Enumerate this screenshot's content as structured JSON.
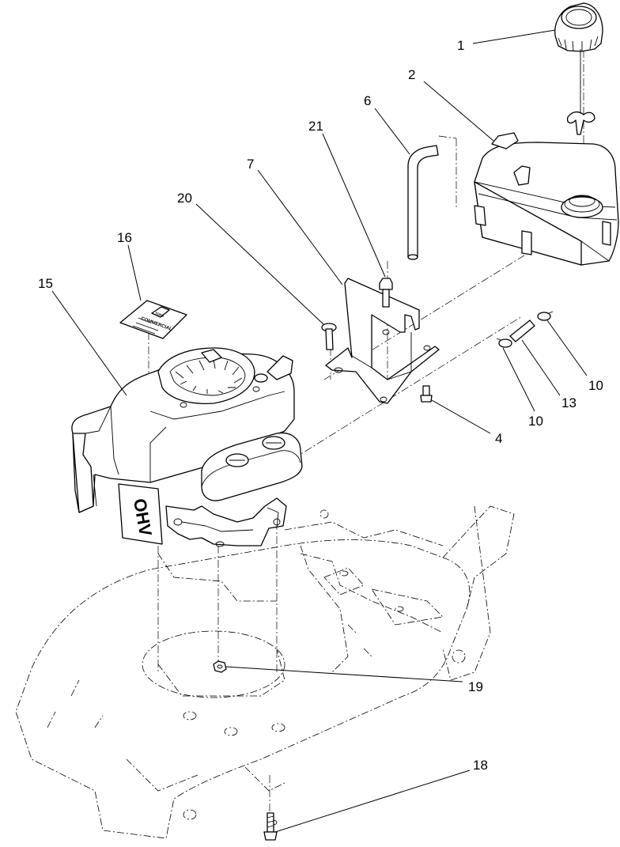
{
  "callouts": [
    {
      "id": "c1",
      "label": "1"
    },
    {
      "id": "c2",
      "label": "2"
    },
    {
      "id": "c6",
      "label": "6"
    },
    {
      "id": "c21",
      "label": "21"
    },
    {
      "id": "c7",
      "label": "7"
    },
    {
      "id": "c20",
      "label": "20"
    },
    {
      "id": "c16",
      "label": "16"
    },
    {
      "id": "c15",
      "label": "15"
    },
    {
      "id": "c10a",
      "label": "10"
    },
    {
      "id": "c13",
      "label": "13"
    },
    {
      "id": "c10b",
      "label": "10"
    },
    {
      "id": "c4",
      "label": "4"
    },
    {
      "id": "c19",
      "label": "19"
    },
    {
      "id": "c18",
      "label": "18"
    }
  ],
  "decal": {
    "line1": "TORO",
    "line2": "COMMERCIAL"
  },
  "engine_badge": "OHV"
}
